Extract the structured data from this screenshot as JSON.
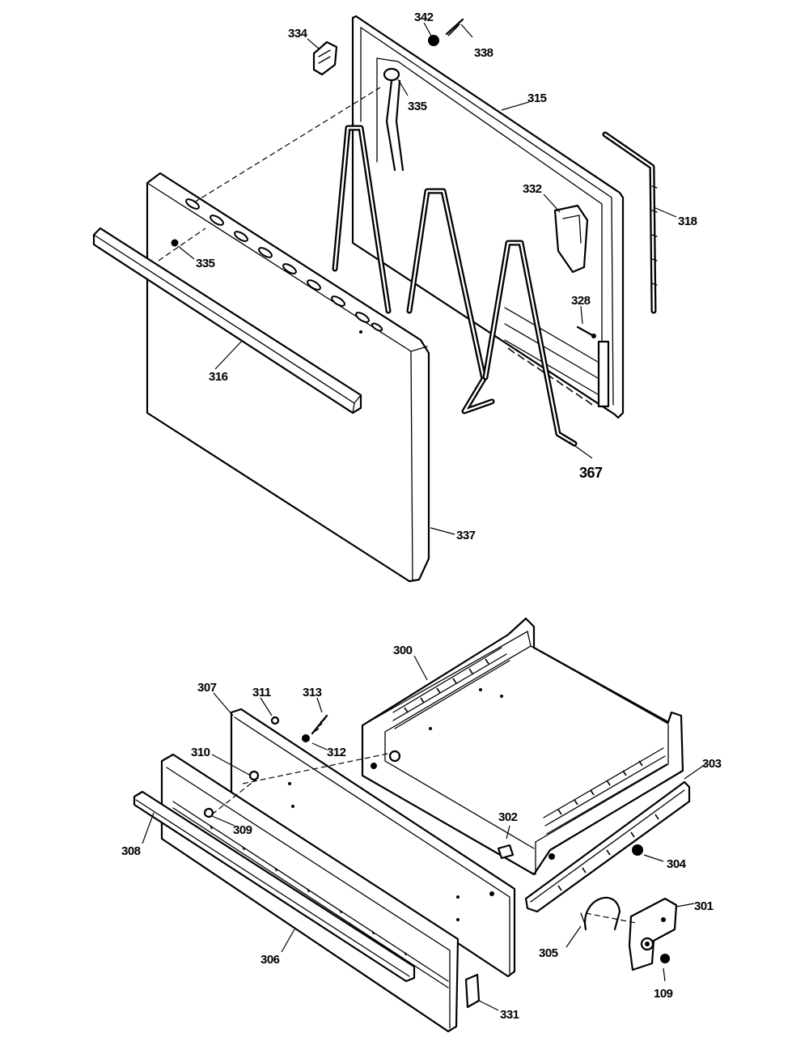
{
  "diagram": {
    "labels": [
      {
        "key": "334",
        "text": "334"
      },
      {
        "key": "342",
        "text": "342"
      },
      {
        "key": "338",
        "text": "338"
      },
      {
        "key": "335a",
        "text": "335"
      },
      {
        "key": "315",
        "text": "315"
      },
      {
        "key": "318",
        "text": "318"
      },
      {
        "key": "332",
        "text": "332"
      },
      {
        "key": "335b",
        "text": "335"
      },
      {
        "key": "328",
        "text": "328"
      },
      {
        "key": "316",
        "text": "316"
      },
      {
        "key": "367",
        "text": "367"
      },
      {
        "key": "337",
        "text": "337"
      },
      {
        "key": "300",
        "text": "300"
      },
      {
        "key": "307",
        "text": "307"
      },
      {
        "key": "311",
        "text": "311"
      },
      {
        "key": "313",
        "text": "313"
      },
      {
        "key": "310",
        "text": "310"
      },
      {
        "key": "312",
        "text": "312"
      },
      {
        "key": "303",
        "text": "303"
      },
      {
        "key": "309",
        "text": "309"
      },
      {
        "key": "308",
        "text": "308"
      },
      {
        "key": "302",
        "text": "302"
      },
      {
        "key": "304",
        "text": "304"
      },
      {
        "key": "301",
        "text": "301"
      },
      {
        "key": "305",
        "text": "305"
      },
      {
        "key": "306",
        "text": "306"
      },
      {
        "key": "109",
        "text": "109"
      },
      {
        "key": "331",
        "text": "331"
      }
    ]
  }
}
